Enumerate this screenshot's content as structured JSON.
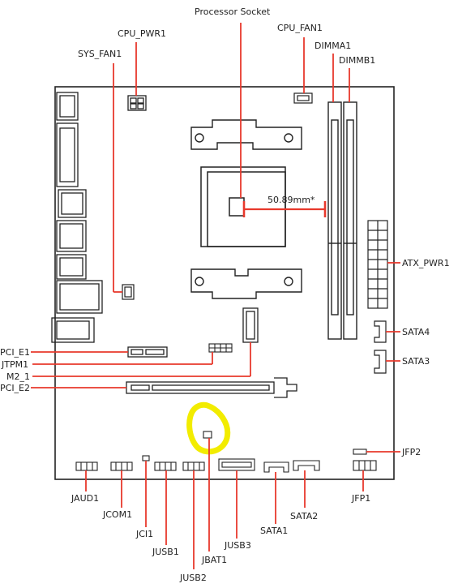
{
  "labels": {
    "processor_socket": "Processor Socket",
    "cpu_pwr1": "CPU_PWR1",
    "cpu_fan1": "CPU_FAN1",
    "sys_fan1": "SYS_FAN1",
    "dimma1": "DIMMA1",
    "dimmb1": "DIMMB1",
    "atx_pwr1": "ATX_PWR1",
    "sata4": "SATA4",
    "sata3": "SATA3",
    "pci_e1": "PCI_E1",
    "jtpm1": "JTPM1",
    "m2_1": "M2_1",
    "pci_e2": "PCI_E2",
    "jfp2": "JFP2",
    "jfp1": "JFP1",
    "jaud1": "JAUD1",
    "jcom1": "JCOM1",
    "jci1": "JCI1",
    "jusb1": "JUSB1",
    "jusb2": "JUSB2",
    "jbat1": "JBAT1",
    "jusb3": "JUSB3",
    "sata1": "SATA1",
    "sata2": "SATA2",
    "measurement": "50.89mm*"
  },
  "colors": {
    "board_stroke": "#222222",
    "leader_line": "#e8392c",
    "highlight": "#f2ec00",
    "text": "#222222"
  }
}
